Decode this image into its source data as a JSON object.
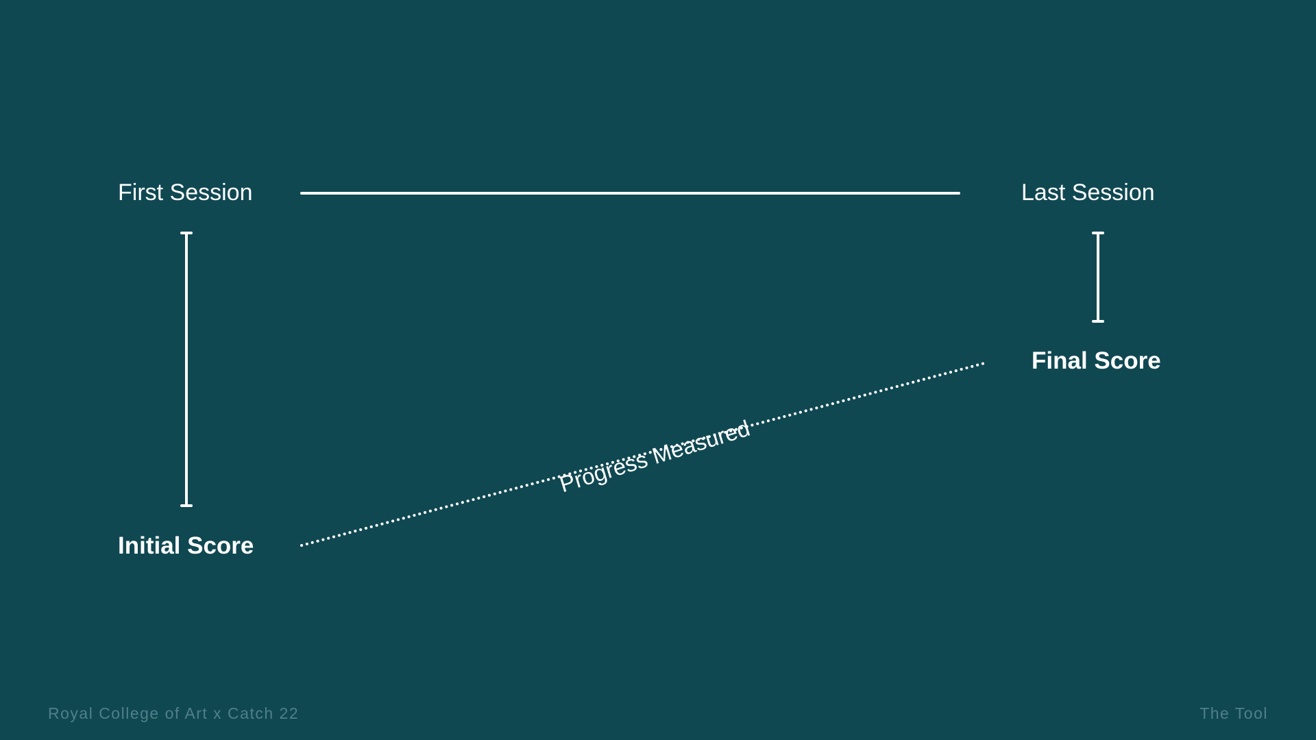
{
  "colors": {
    "background": "#104852",
    "foreground": "#ffffff",
    "footer_text": "#4f8089"
  },
  "diagram": {
    "first_session": "First Session",
    "last_session": "Last Session",
    "initial_score": "Initial Score",
    "final_score": "Final Score",
    "progress_label": "Progress Measured"
  },
  "footer": {
    "left": "Royal College of Art x Catch 22",
    "right": "The Tool"
  }
}
